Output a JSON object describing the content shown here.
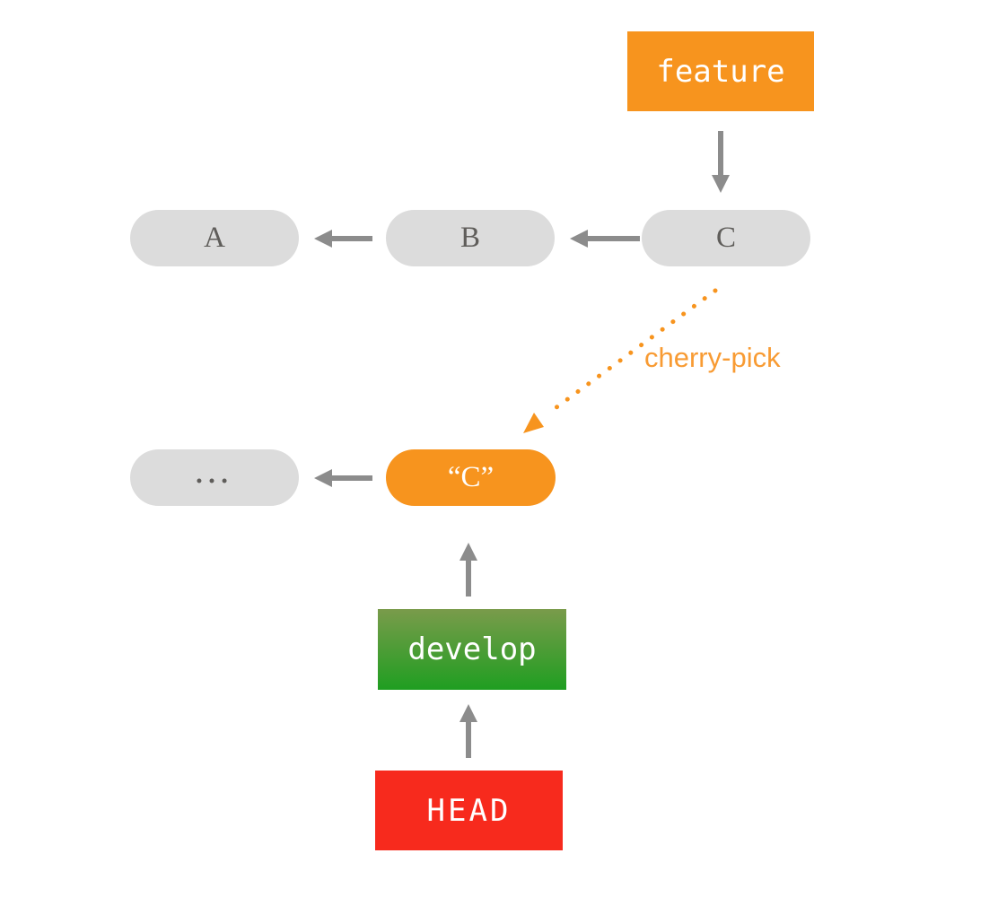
{
  "diagram": {
    "branch_labels": {
      "feature": "feature",
      "develop": "develop",
      "head": "HEAD"
    },
    "operation_label": "cherry-pick",
    "feature_commits": [
      {
        "label": "A"
      },
      {
        "label": "B"
      },
      {
        "label": "C"
      }
    ],
    "develop_commits": [
      {
        "label": "…"
      },
      {
        "label": "“C”"
      }
    ],
    "colors": {
      "branch_orange": "#F7941E",
      "cherry_pick_orange": "#F89B33",
      "develop_green_top": "#7A9B4B",
      "develop_green_bottom": "#1F9E21",
      "head_red": "#F72A1D",
      "commit_gray": "#DCDCDC",
      "commit_text_gray": "#5F5D5A",
      "arrow_gray": "#8C8C8C"
    }
  }
}
